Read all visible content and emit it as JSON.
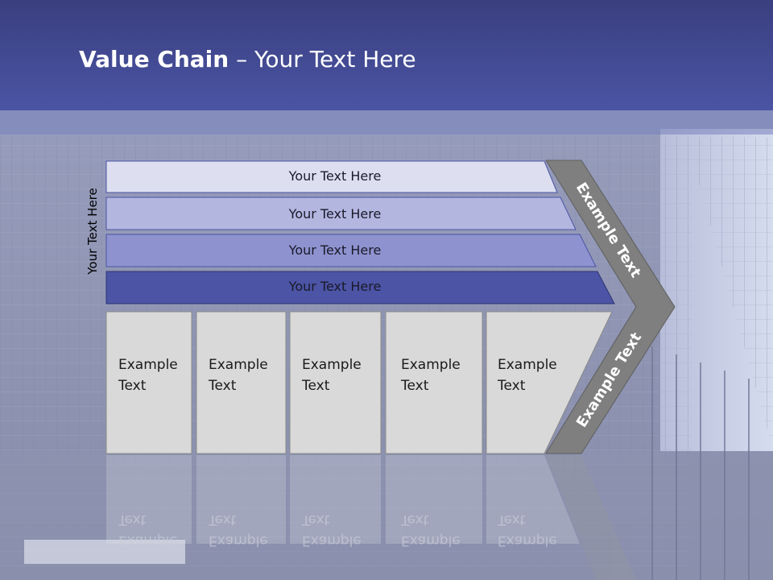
{
  "slide": {
    "title_bold": "Value Chain",
    "title_rest": " – Your Text Here",
    "side_label": "Your Text Here"
  },
  "rows": [
    {
      "label": "Your Text Here",
      "color": "#dddff0"
    },
    {
      "label": "Your Text Here",
      "color": "#b3b7e0"
    },
    {
      "label": "Your Text Here",
      "color": "#8e93cf"
    },
    {
      "label": "Your Text Here",
      "color": "#4b54a5"
    }
  ],
  "boxes": [
    {
      "line1": "Example",
      "line2": "Text"
    },
    {
      "line1": "Example",
      "line2": "Text"
    },
    {
      "line1": "Example",
      "line2": "Text"
    },
    {
      "line1": "Example",
      "line2": "Text"
    },
    {
      "line1": "Example",
      "line2": "Text"
    }
  ],
  "chevron": {
    "upper_label": "Example Text",
    "lower_label": "Example Text",
    "color": "#7f7f7f"
  },
  "colors": {
    "header": "#3e4589",
    "box_fill": "#d9d9d9"
  }
}
